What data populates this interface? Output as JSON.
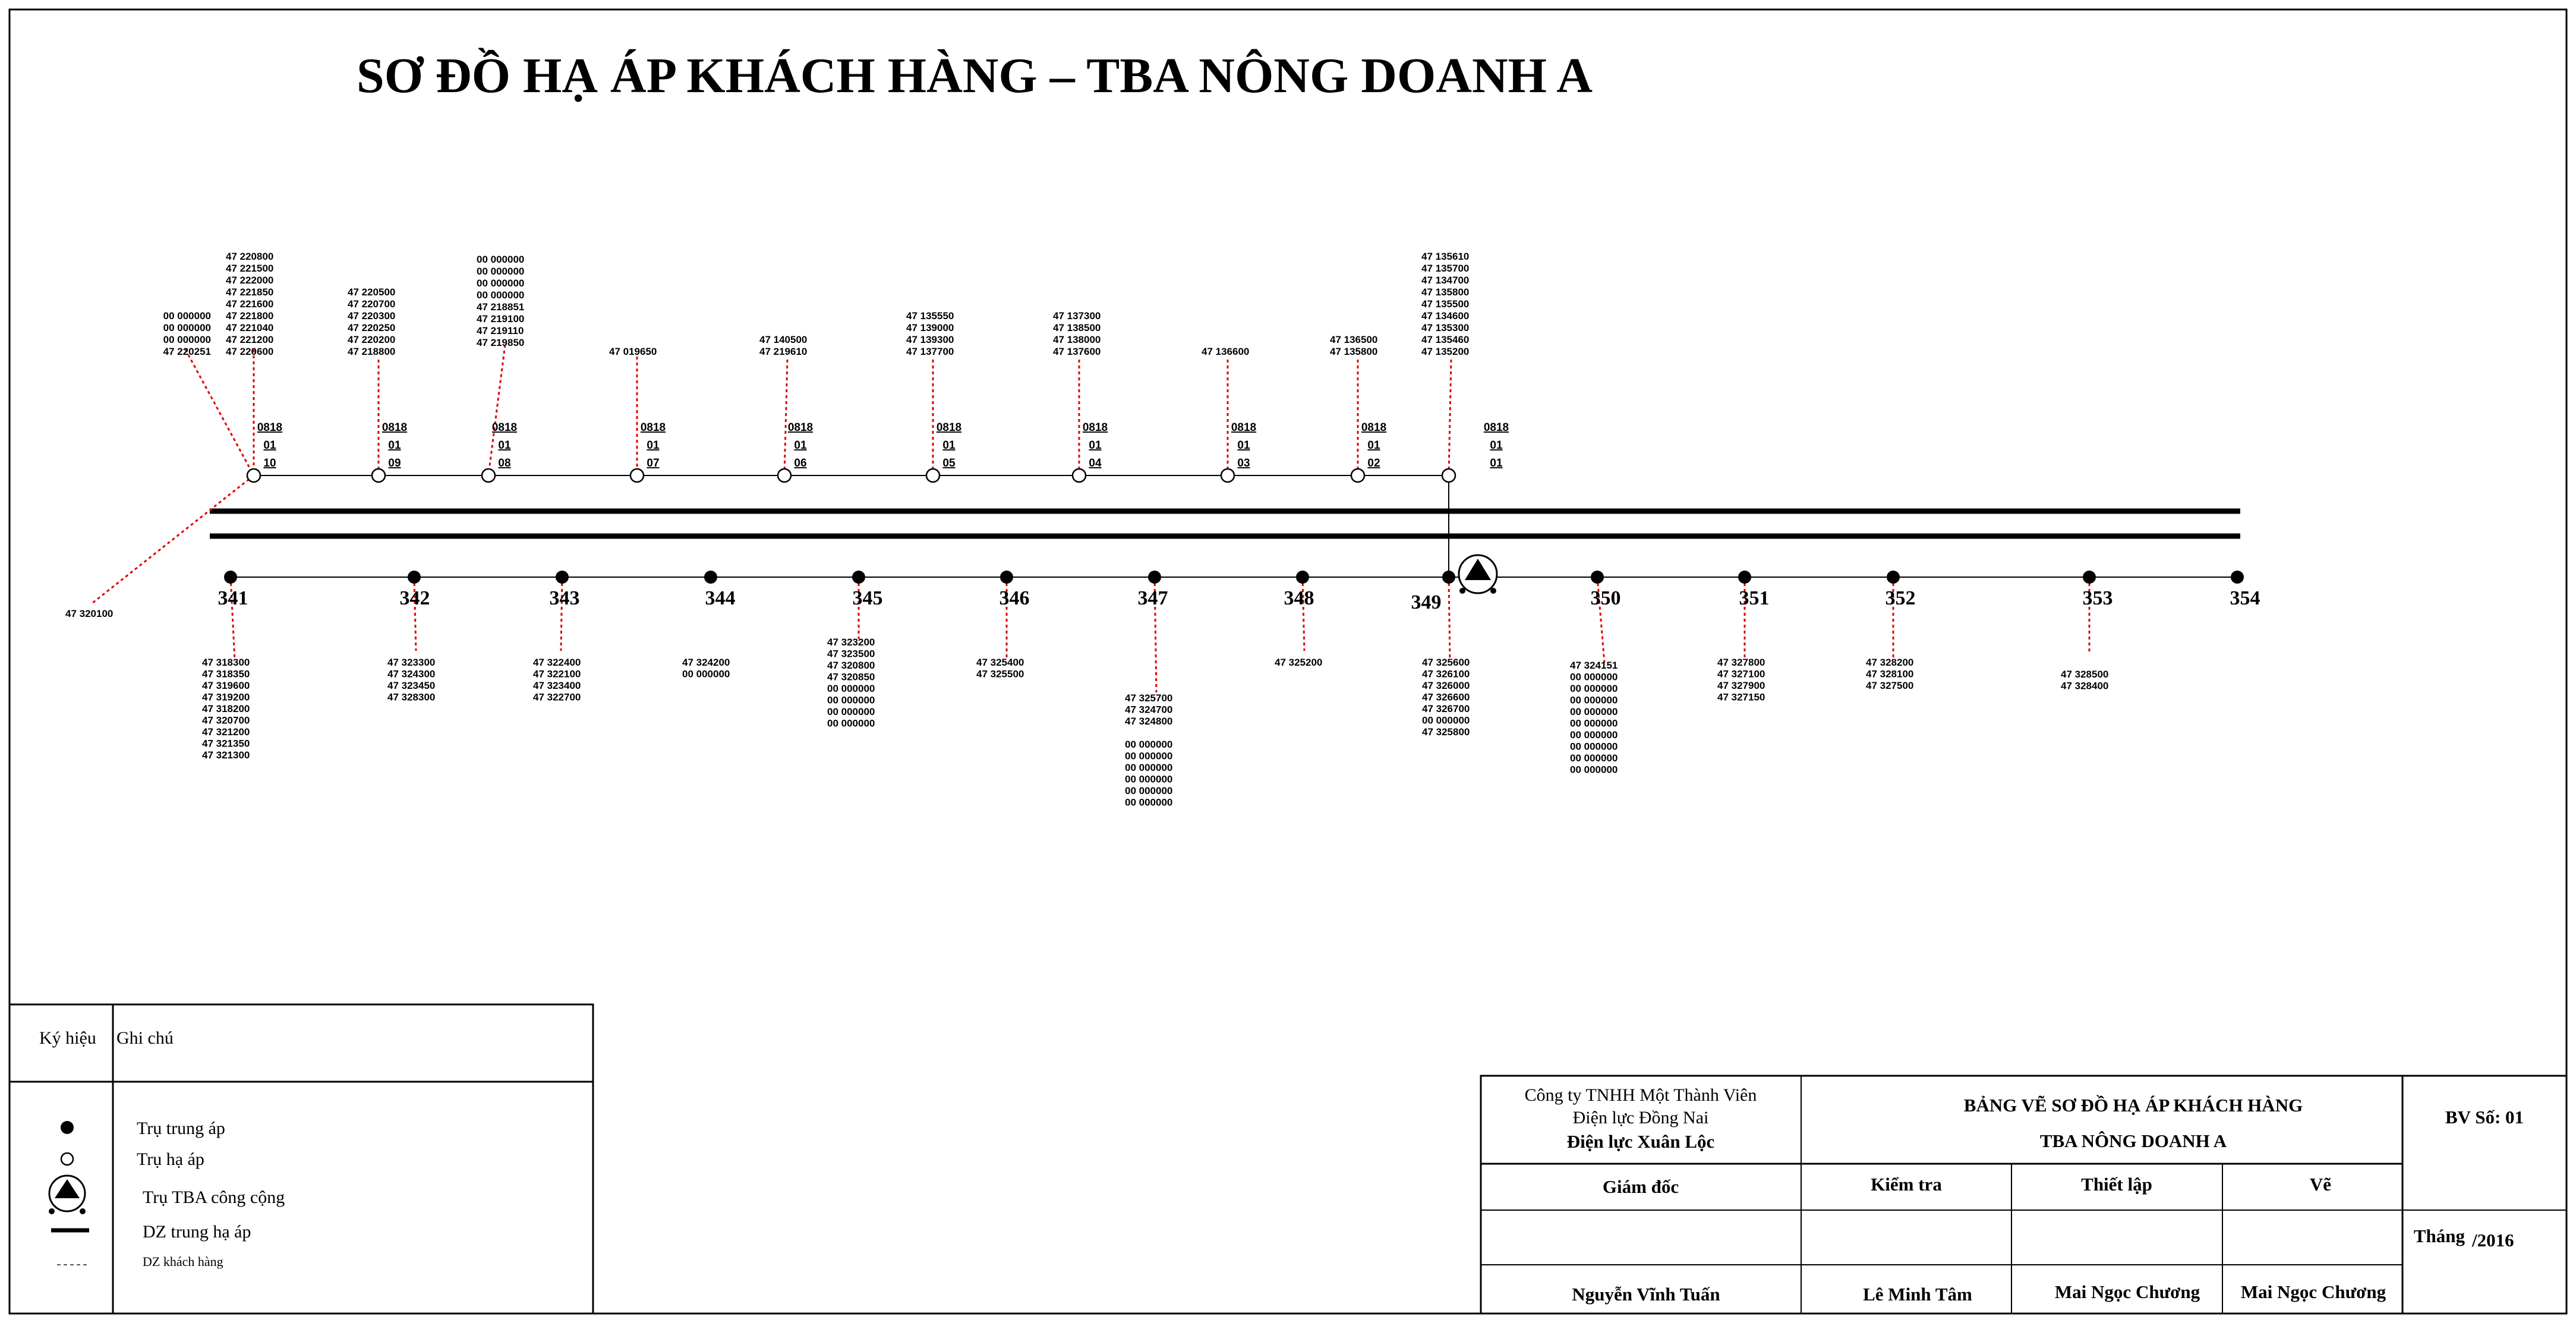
{
  "title": "SƠ ĐỒ HẠ ÁP KHÁCH HÀNG – TBA NÔNG DOANH A",
  "top_poles": [
    {
      "code": [
        "0818",
        "01",
        "10"
      ],
      "meters": [
        "00  000000",
        "00  000000",
        "00  000000",
        "47  220251"
      ]
    },
    {
      "code": [
        "0818",
        "01",
        "09"
      ],
      "meters": [
        "47  220500",
        "47  220700",
        "47  220300",
        "47  220250",
        "47  220200",
        "47  218800"
      ]
    },
    {
      "code": [
        "0818",
        "01",
        "08"
      ],
      "meters": [
        "00  000000",
        "00  000000",
        "00  000000",
        "00  000000",
        "47  218851",
        "47  219100",
        "47  219110",
        "47  219850"
      ]
    },
    {
      "code": [
        "0818",
        "01",
        "07"
      ],
      "meters": [
        "47  019650"
      ]
    },
    {
      "code": [
        "0818",
        "01",
        "06"
      ],
      "meters": [
        "47  140500",
        "47  219610"
      ]
    },
    {
      "code": [
        "0818",
        "01",
        "05"
      ],
      "meters": [
        "47  135550",
        "47  139000",
        "47  139300",
        "47  137700"
      ]
    },
    {
      "code": [
        "0818",
        "01",
        "04"
      ],
      "meters": [
        "47  137300",
        "47  138500",
        "47  138000",
        "47  137600"
      ]
    },
    {
      "code": [
        "0818",
        "01",
        "03"
      ],
      "meters": [
        "47  136600"
      ]
    },
    {
      "code": [
        "0818",
        "01",
        "02"
      ],
      "meters": [
        "47  136500",
        "47  135800"
      ]
    },
    {
      "code": [
        "0818",
        "01",
        "01"
      ],
      "meters": [
        "47  135610",
        "47  135700",
        "47  134700",
        "47  135800",
        "47  135500",
        "47  134600",
        "47  135300",
        "47  135460",
        "47  135200"
      ]
    }
  ],
  "pole10_right_meters": [
    "47  220800",
    "47  221500",
    "47  222000",
    "47  221850",
    "47  221600",
    "47  221800",
    "47  221040",
    "47  221200",
    "47  220600"
  ],
  "left_branch_meter": "47  320100",
  "bottom_poles": [
    {
      "num": "341",
      "meters": [
        "47  318300",
        "47  318350",
        "47  319600",
        "47  319200",
        "47  318200",
        "47  320700",
        "47  321200",
        "47  321350",
        "47  321300"
      ]
    },
    {
      "num": "342",
      "meters": [
        "47  323300",
        "47  324300",
        "47  323450",
        "47  328300"
      ]
    },
    {
      "num": "343",
      "meters": [
        "47  322400",
        "47  322100",
        "47  323400",
        "47  322700"
      ]
    },
    {
      "num": "344",
      "meters": [
        "47  324200",
        "00  000000"
      ]
    },
    {
      "num": "345",
      "meters": [
        "47  323200",
        "47  323500",
        "47  320800",
        "47  320850",
        "00  000000",
        "00  000000",
        "00  000000",
        "00  000000"
      ]
    },
    {
      "num": "346",
      "meters": [
        "47  325400",
        "47  325500"
      ]
    },
    {
      "num": "347",
      "meters": [
        "47  325700",
        "47  324700",
        "47  324800",
        "",
        "00  000000",
        "00  000000",
        "00  000000",
        "00  000000",
        "00  000000",
        "00  000000"
      ]
    },
    {
      "num": "348",
      "meters": [
        "47  325200"
      ]
    },
    {
      "num": "349",
      "meters": [
        "47  325600",
        "47  326100",
        "47  326000",
        "47  326600",
        "47  326700",
        "00  000000",
        "47  325800"
      ]
    },
    {
      "num": "350",
      "meters": [
        "47      324151",
        "00  000000",
        "00  000000",
        "00  000000",
        "00  000000",
        "00  000000",
        "00  000000",
        "00  000000",
        "00  000000",
        "00  000000"
      ]
    },
    {
      "num": "351",
      "meters": [
        "47  327800",
        "47  327100",
        "47  327900",
        "47  327150"
      ]
    },
    {
      "num": "352",
      "meters": [
        "47  328200",
        "47  328100",
        "47  327500"
      ]
    },
    {
      "num": "353",
      "meters": [
        "47  328500",
        "47  328400"
      ]
    },
    {
      "num": "354",
      "meters": []
    }
  ],
  "legend": {
    "col1_header": "Ký hiệu",
    "col2_header": "Ghi chú",
    "items": [
      {
        "icon": "filled-circle-icon",
        "label": "Trụ trung áp"
      },
      {
        "icon": "hollow-circle-icon",
        "label": "Trụ hạ áp"
      },
      {
        "icon": "substation-triangle-icon",
        "label": "Trụ TBA công cộng"
      },
      {
        "icon": "thick-line-icon",
        "label": "DZ trung hạ áp"
      },
      {
        "icon": "dashed-line-icon",
        "label": "DZ khách hàng"
      }
    ]
  },
  "title_block": {
    "company_line1": "Công ty TNHH Một Thành Viên",
    "company_line2": "Điện lực Đồng Nai",
    "company_line3": "Điện lực Xuân Lộc",
    "drawing_title1": "BẢNG VẼ SƠ ĐỒ HẠ ÁP KHÁCH HÀNG",
    "drawing_title2": "TBA NÔNG DOANH A",
    "sheet_no": "BV Số: 01",
    "role_director": "Giám đốc",
    "role_check": "Kiểm tra",
    "role_setup": "Thiết lập",
    "role_draw": "Vẽ",
    "date_label": "Tháng",
    "date_value": "/2016",
    "name_director": "Nguyễn Vĩnh Tuấn",
    "name_check": "Lê Minh Tâm",
    "name_setup": "Mai Ngọc Chương",
    "name_draw": "Mai Ngọc Chương"
  },
  "colors": {
    "line": "#000000",
    "customer_line": "#e00000",
    "background": "#ffffff"
  }
}
